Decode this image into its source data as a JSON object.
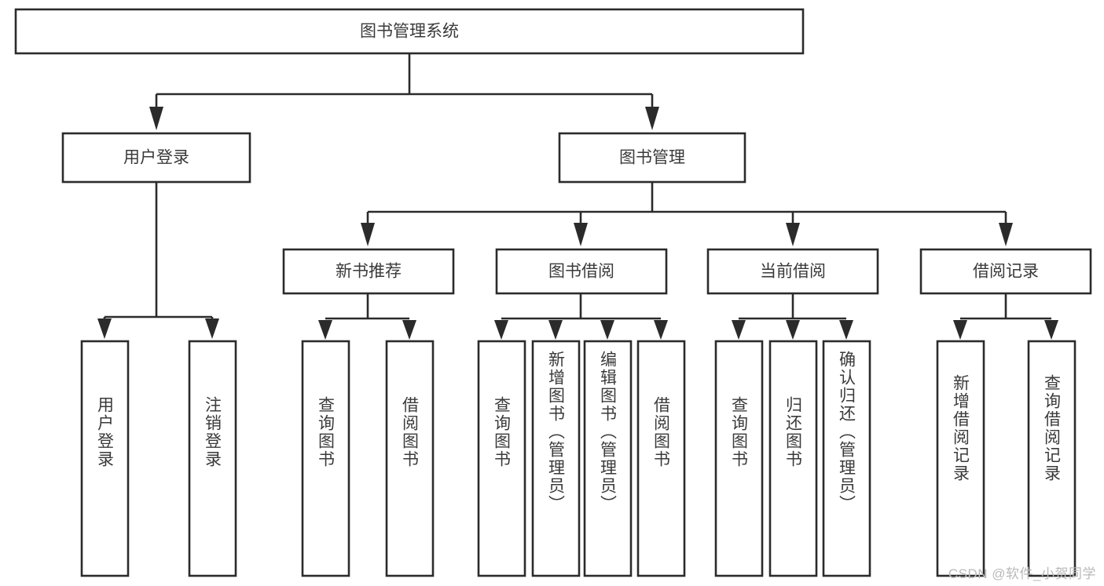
{
  "diagram": {
    "title": "图书管理系统",
    "type": "tree",
    "orientation": "top-down",
    "watermark": "CSDN @软件_小贺同学",
    "colors": {
      "background": "#ffffff",
      "border": "#2b2b2b",
      "text": "#3a3a3a",
      "watermark": "#b9b9b9"
    },
    "root": {
      "label": "图书管理系统",
      "id": "root"
    },
    "level2": [
      {
        "id": "user-login",
        "label": "用户登录"
      },
      {
        "id": "book-manage",
        "label": "图书管理"
      }
    ],
    "level3": [
      {
        "id": "new-book-recommend",
        "label": "新书推荐",
        "parent": "book-manage"
      },
      {
        "id": "book-borrow",
        "label": "图书借阅",
        "parent": "book-manage"
      },
      {
        "id": "current-borrow",
        "label": "当前借阅",
        "parent": "book-manage"
      },
      {
        "id": "borrow-record",
        "label": "借阅记录",
        "parent": "book-manage"
      }
    ],
    "leaves": [
      {
        "id": "leaf-user-login",
        "label": "用户登录",
        "parent": "user-login"
      },
      {
        "id": "leaf-user-logout",
        "label": "注销登录",
        "parent": "user-login"
      },
      {
        "id": "leaf-query-book-1",
        "label": "查询图书",
        "parent": "new-book-recommend"
      },
      {
        "id": "leaf-borrow-book-1",
        "label": "借阅图书",
        "parent": "new-book-recommend"
      },
      {
        "id": "leaf-query-book-2",
        "label": "查询图书",
        "parent": "book-borrow"
      },
      {
        "id": "leaf-add-book",
        "label": "新增图书（管理员）",
        "parent": "book-borrow"
      },
      {
        "id": "leaf-edit-book",
        "label": "编辑图书（管理员）",
        "parent": "book-borrow"
      },
      {
        "id": "leaf-borrow-book-2",
        "label": "借阅图书",
        "parent": "book-borrow"
      },
      {
        "id": "leaf-query-book-3",
        "label": "查询图书",
        "parent": "current-borrow"
      },
      {
        "id": "leaf-return-book",
        "label": "归还图书",
        "parent": "current-borrow"
      },
      {
        "id": "leaf-confirm-return",
        "label": "确认归还（管理员）",
        "parent": "current-borrow"
      },
      {
        "id": "leaf-add-record",
        "label": "新增借阅记录",
        "parent": "borrow-record"
      },
      {
        "id": "leaf-query-record",
        "label": "查询借阅记录",
        "parent": "borrow-record"
      }
    ]
  }
}
